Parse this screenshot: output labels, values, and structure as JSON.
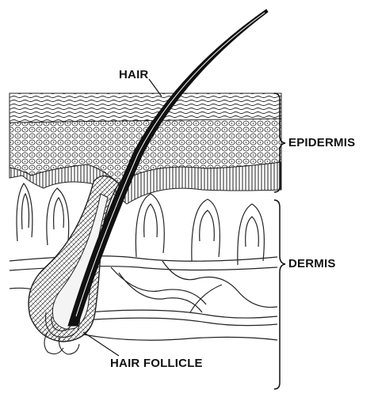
{
  "labels": {
    "hair": "HAIR",
    "epidermis": "EPIDERMIS",
    "dermis": "DERMIS",
    "hair_follicle": "HAIR FOLLICLE"
  },
  "colors": {
    "ink": "#111111",
    "background": "#ffffff"
  }
}
